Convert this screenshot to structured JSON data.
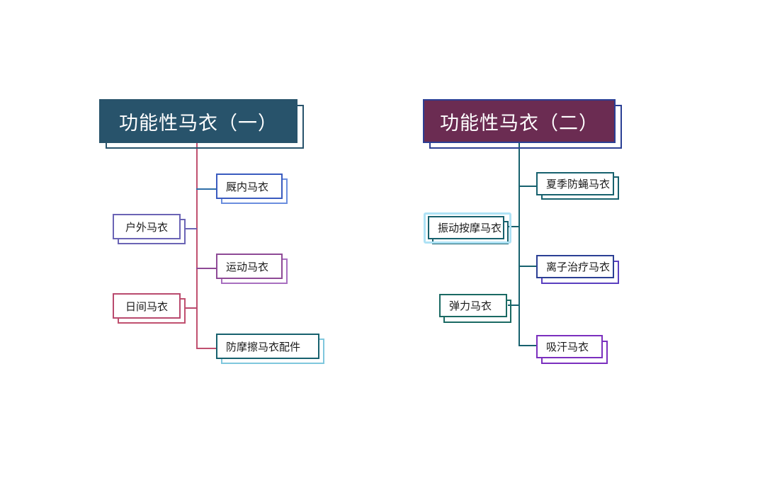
{
  "page": {
    "background": "#ffffff",
    "type": "mindmap-diagram"
  },
  "palette": {
    "slate_blue": "#28536b",
    "plum": "#6b2c52",
    "navy": "#2b3f94",
    "royal_blue": "#3a5bbf",
    "periwinkle": "#6b64b5",
    "purple": "#8e4a96",
    "violet": "#7b2fbe",
    "crimson": "#b94a6e",
    "rose": "#c0506f",
    "teal": "#17616e",
    "dark_teal": "#1a6a63",
    "indigo": "#3a2f9e",
    "selection_glow": "#aee2f5",
    "text_dark": "#1a1a1a",
    "text_light": "#ffffff"
  },
  "branches": [
    {
      "id": "branch-one",
      "title": {
        "text": "功能性马衣（一）",
        "fill": "#28536b",
        "border": "#28536b",
        "text_color": "#ffffff"
      },
      "trunk_color": "#c0506f",
      "children": [
        {
          "id": "node-indoor",
          "text": "厩内马衣",
          "side": "right",
          "border": "#3a5bbf",
          "shadow": "#6b8ede",
          "connector": "#2f6ea8"
        },
        {
          "id": "node-outdoor",
          "text": "户外马衣",
          "side": "left",
          "border": "#6b64b5",
          "shadow": "#6b64b5",
          "connector": "#6b64b5"
        },
        {
          "id": "node-sport",
          "text": "运动马衣",
          "side": "right",
          "border": "#8e4a96",
          "shadow": "#a86fc0",
          "connector": "#8e4a96"
        },
        {
          "id": "node-day",
          "text": "日间马衣",
          "side": "left",
          "border": "#b94a6e",
          "shadow": "#c0506f",
          "connector": "#b94a6e"
        },
        {
          "id": "node-antirub",
          "text": "防摩擦马衣配件",
          "side": "right",
          "border": "#17616e",
          "shadow": "#7fc7dd",
          "connector": "#c0506f"
        }
      ]
    },
    {
      "id": "branch-two",
      "title": {
        "text": "功能性马衣（二）",
        "fill": "#6b2c52",
        "border": "#2b3f94",
        "text_color": "#ffffff"
      },
      "trunk_color": "#17616e",
      "children": [
        {
          "id": "node-summer-fly",
          "text": "夏季防蝇马衣",
          "side": "right",
          "border": "#17616e",
          "shadow": "#17616e",
          "connector": "#17616e",
          "selected": false
        },
        {
          "id": "node-vibration",
          "text": "振动按摩马衣",
          "side": "left",
          "border": "#17616e",
          "shadow": "#17616e",
          "connector": "#17616e",
          "selected": true
        },
        {
          "id": "node-ion",
          "text": "离子治疗马衣",
          "side": "right",
          "border": "#2b3f94",
          "shadow": "#5a3fc0",
          "connector": "#17616e",
          "selected": false
        },
        {
          "id": "node-elastic",
          "text": "弹力马衣",
          "side": "left",
          "border": "#1a6a63",
          "shadow": "#1a6a63",
          "connector": "#17616e",
          "selected": false
        },
        {
          "id": "node-sweat",
          "text": "吸汗马衣",
          "side": "right",
          "border": "#7b2fbe",
          "shadow": "#7b2fbe",
          "connector": "#17616e",
          "selected": false
        }
      ]
    }
  ]
}
